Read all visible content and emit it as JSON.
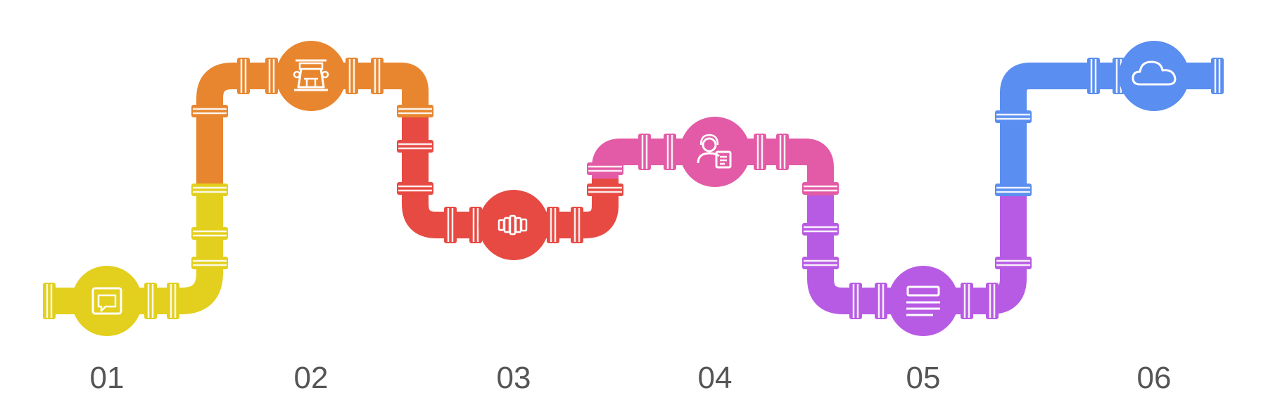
{
  "steps": [
    {
      "label": "01",
      "color": "#e3cf1d",
      "icon": "chat-bubble-icon"
    },
    {
      "label": "02",
      "color": "#e8862f",
      "icon": "cable-car-icon"
    },
    {
      "label": "03",
      "color": "#e74a43",
      "icon": "bar-chart-icon"
    },
    {
      "label": "04",
      "color": "#e35aa6",
      "icon": "support-agent-icon"
    },
    {
      "label": "05",
      "color": "#b85be4",
      "icon": "text-lines-icon"
    },
    {
      "label": "06",
      "color": "#5a8ef0",
      "icon": "cloud-icon"
    }
  ]
}
